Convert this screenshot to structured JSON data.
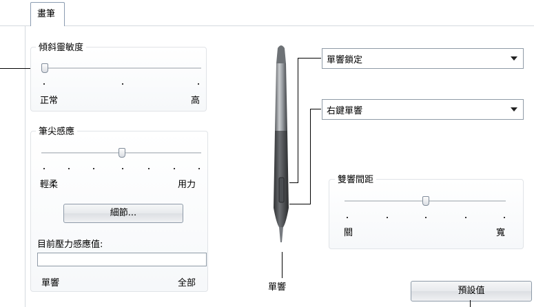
{
  "tab": {
    "label": "畫筆"
  },
  "tilt_group": {
    "title": "傾斜靈敏度",
    "slider_value_fraction": 0.0,
    "label_min": "正常",
    "label_max": "高"
  },
  "tip_feel_group": {
    "title": "筆尖感應",
    "slider_value_fraction": 0.5,
    "label_min": "輕柔",
    "label_max": "用力",
    "details_button": "細節...",
    "current_pressure_label": "目前壓力感應值:",
    "current_pressure_value": "",
    "label_click": "單響",
    "label_full": "全部"
  },
  "pen": {
    "tip_label": "單響"
  },
  "upper_button_select": {
    "value": "單響鎖定"
  },
  "lower_button_select": {
    "value": "右鍵單響"
  },
  "double_click_group": {
    "title": "雙響間距",
    "slider_value_fraction": 0.5,
    "label_min": "關",
    "label_max": "寬"
  },
  "defaults_button": {
    "label": "預設值"
  }
}
